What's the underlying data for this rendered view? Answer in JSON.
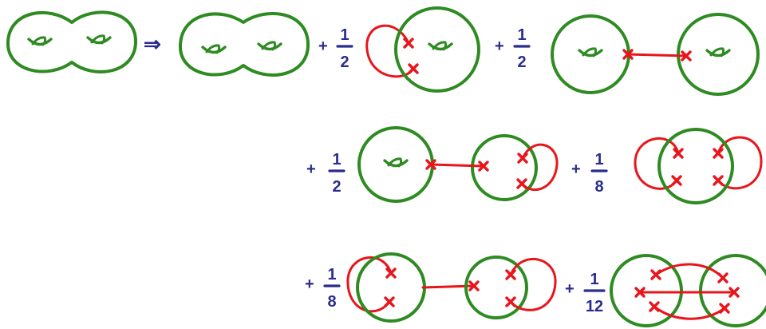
{
  "colors": {
    "surface": "#2e8b22",
    "propagator": "#e8151b",
    "symbols": "#2b2d8e",
    "background": "#ffffff"
  },
  "symbols": {
    "implies": "⇒",
    "plus": "+"
  },
  "coefficients": [
    {
      "num": "1",
      "den": "2"
    },
    {
      "num": "1",
      "den": "2"
    },
    {
      "num": "1",
      "den": "2"
    },
    {
      "num": "1",
      "den": "8"
    },
    {
      "num": "1",
      "den": "8"
    },
    {
      "num": "1",
      "den": "12"
    }
  ]
}
